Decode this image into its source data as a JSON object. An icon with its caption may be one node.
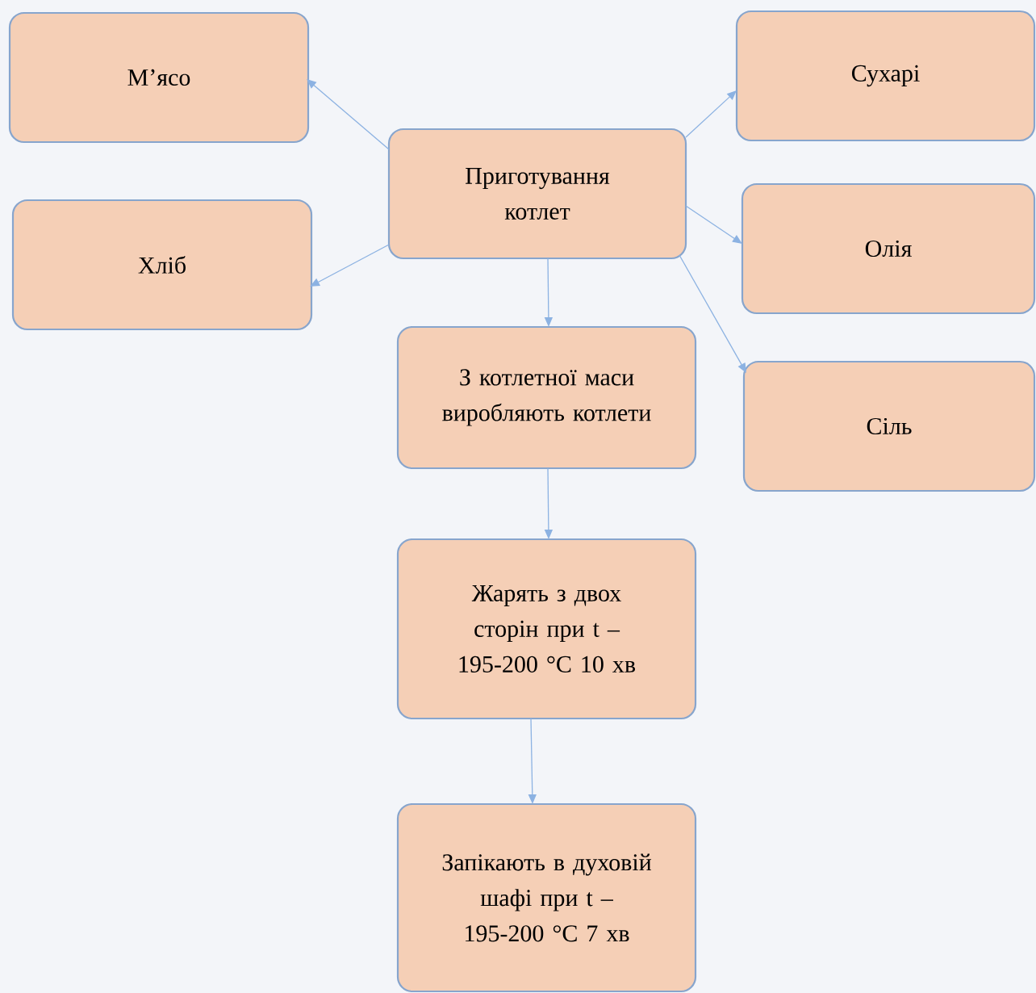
{
  "diagram": {
    "nodes": [
      {
        "text": [
          "Приготування котлет"
        ]
      },
      {
        "text": [
          "М’ясо"
        ]
      },
      {
        "text": [
          "Хліб"
        ]
      },
      {
        "text": [
          "Сухарі"
        ]
      },
      {
        "text": [
          "Олія"
        ]
      },
      {
        "text": [
          "Сіль"
        ]
      },
      {
        "text": [
          "З котлетної маси виробляють котлети"
        ]
      },
      {
        "text": [
          "Жарять з двох сторін при t – 195-200 °C 10 хв"
        ]
      },
      {
        "text": [
          "Запікають в духовій шафі при t – 195-200 °C 7 хв"
        ]
      }
    ],
    "edges": [
      {
        "from": 0,
        "to": 1,
        "arrow": "to"
      },
      {
        "from": 0,
        "to": 2,
        "arrow": "to"
      },
      {
        "from": 0,
        "to": 3,
        "arrow": "to"
      },
      {
        "from": 0,
        "to": 4,
        "arrow": "to"
      },
      {
        "from": 0,
        "to": 5,
        "arrow": "to"
      },
      {
        "from": 0,
        "to": 6,
        "arrow": "to"
      },
      {
        "from": 6,
        "to": 7,
        "arrow": "to"
      },
      {
        "from": 7,
        "to": 8,
        "arrow": "to"
      }
    ]
  }
}
